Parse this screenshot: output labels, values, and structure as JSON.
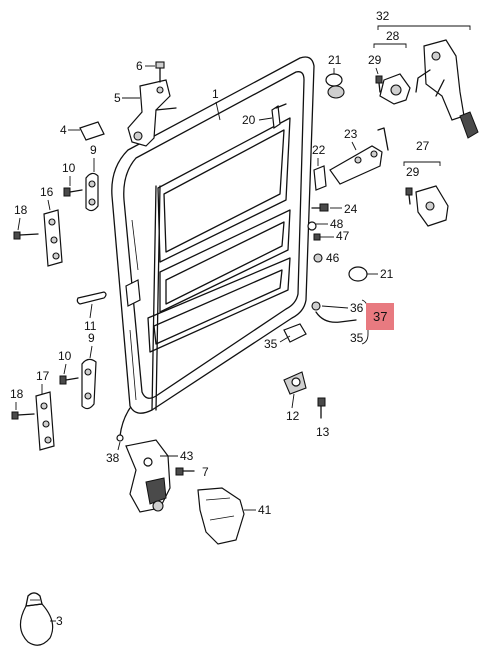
{
  "callouts": {
    "c3": "3",
    "c4": "4",
    "c5": "5",
    "c6": "6",
    "c7": "7",
    "c9a": "9",
    "c9b": "9",
    "c10a": "10",
    "c10b": "10",
    "c11": "11",
    "c12": "12",
    "c13": "13",
    "c16": "16",
    "c17": "17",
    "c18a": "18",
    "c18b": "18",
    "c20": "20",
    "c21a": "21",
    "c21b": "21",
    "c22": "22",
    "c23": "23",
    "c24": "24",
    "c27": "27",
    "c28": "28",
    "c29a": "29",
    "c29b": "29",
    "c32": "32",
    "c35a": "35",
    "c35b": "35",
    "c36": "36",
    "c37": "37",
    "c38": "38",
    "c41": "41",
    "c43": "43",
    "c46": "46",
    "c47": "47",
    "c48": "48",
    "c1": "1"
  },
  "highlight_color": "#e87a80",
  "line_color": "#111111"
}
